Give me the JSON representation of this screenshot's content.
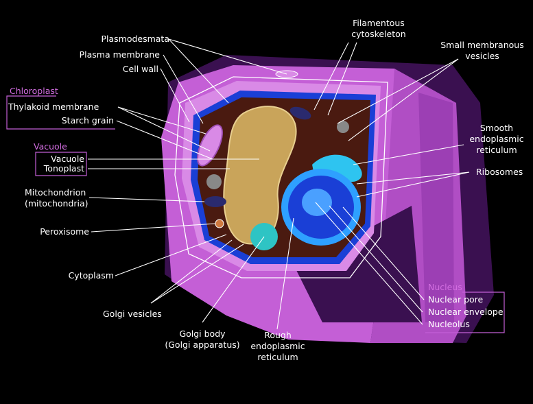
{
  "colors": {
    "background": "#000000",
    "cell_wall_outer": "#c45fd6",
    "cell_wall_dark": "#3a1050",
    "cytoplasm": "#4a1a10",
    "vacuole": "#c9a45a",
    "nucleus": "#1a3fd6",
    "group_label": "#d26ee0",
    "label": "#ffffff"
  },
  "labels": {
    "plasmodesmata": "Plasmodesmata",
    "plasma_membrane": "Plasma membrane",
    "cell_wall": "Cell wall",
    "thylakoid_membrane": "Thylakoid membrane",
    "starch_grain": "Starch grain",
    "vacuole": "Vacuole",
    "tonoplast": "Tonoplast",
    "mitochondrion_1": "Mitochondrion",
    "mitochondrion_2": "(mitochondria)",
    "peroxisome": "Peroxisome",
    "cytoplasm": "Cytoplasm",
    "golgi_vesicles": "Golgi vesicles",
    "golgi_body_1": "Golgi body",
    "golgi_body_2": "(Golgi apparatus)",
    "rough_er_1": "Rough",
    "rough_er_2": "endoplasmic",
    "rough_er_3": "reticulum",
    "filamentous_1": "Filamentous",
    "filamentous_2": "cytoskeleton",
    "small_vesicles_1": "Small membranous",
    "small_vesicles_2": "vesicles",
    "smooth_er_1": "Smooth",
    "smooth_er_2": "endoplasmic",
    "smooth_er_3": "reticulum",
    "ribosomes": "Ribosomes",
    "nuclear_pore": "Nuclear pore",
    "nuclear_envelope": "Nuclear envelope",
    "nucleolus": "Nucleolus"
  },
  "groups": {
    "chloroplast": "Chloroplast",
    "vacuole": "Vacuole",
    "nucleus": "Nucleus"
  }
}
